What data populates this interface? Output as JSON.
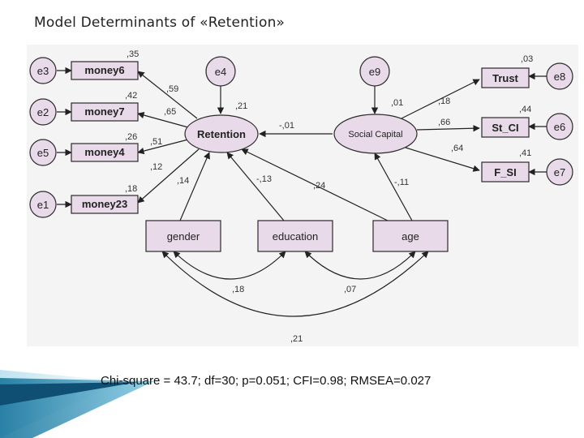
{
  "slide": {
    "title": "Model  Determinants of «Retention»",
    "fit_stats": "Chi-square = 43.7; df=30; p=0.051; CFI=0.98; RMSEA=0.027"
  },
  "colors": {
    "box_fill": "#e8dae8",
    "node_stroke": "#2b2b2b",
    "accent_blue": "#1b7fa8",
    "accent_light": "#bfe3f0"
  },
  "nodes": {
    "e3": "e3",
    "e2": "e2",
    "e5": "e5",
    "e1": "e1",
    "e4": "e4",
    "e9": "e9",
    "e8": "e8",
    "e6": "e6",
    "e7": "e7",
    "money6": "money6",
    "money7": "money7",
    "money4": "money4",
    "money23": "money23",
    "retention": "Retention",
    "social_capital": "Social Capital",
    "trust": "Trust",
    "st_ci": "St_CI",
    "f_si": "F_SI",
    "gender": "gender",
    "education": "education",
    "age": "age"
  },
  "coefficients": {
    "r2_money6": ",35",
    "r2_money7": ",42",
    "r2_money4": ",26",
    "r2_money23": ",18",
    "load_money6": ",59",
    "load_money7": ",65",
    "load_money4": ",51",
    "load_money23": ",12",
    "r2_retention": ",21",
    "r2_social": ",01",
    "sc_to_ret": "-,01",
    "r2_trust": ",03",
    "r2_stci": ",44",
    "r2_fsi": ",41",
    "load_trust": ",18",
    "load_stci": ",66",
    "load_fsi": ",64",
    "gender_ret": ",14",
    "edu_ret": "-,13",
    "age_ret": ",24",
    "age_sc": "-,11",
    "cov_gender_edu": ",18",
    "cov_edu_age": ",07",
    "cov_gender_age": ",21"
  }
}
